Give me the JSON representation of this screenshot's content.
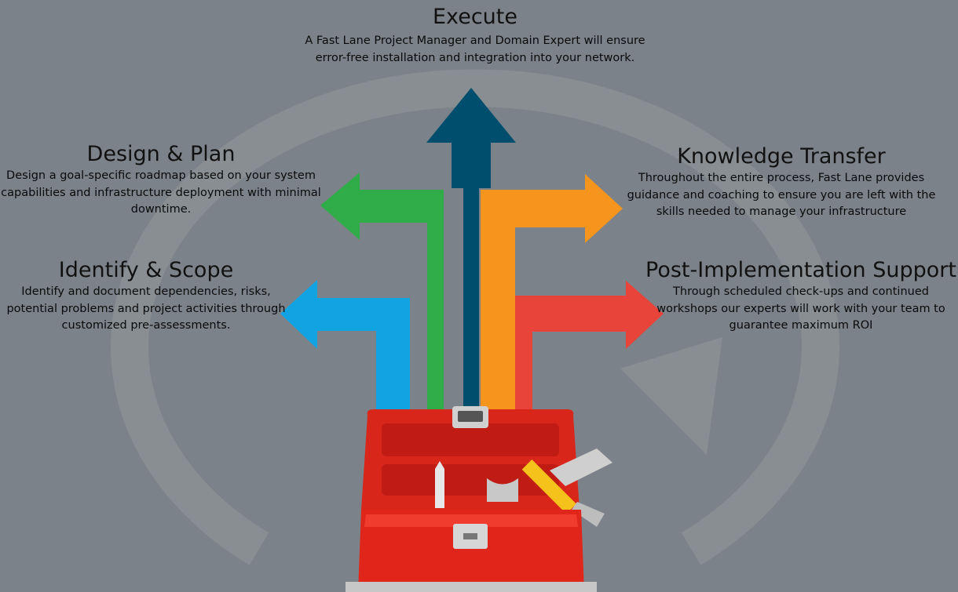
{
  "steps": {
    "execute": {
      "title": "Execute",
      "description": "A Fast Lane Project Manager and Domain Expert will ensure error-free installation and integration into your network.",
      "color": "#004e6e"
    },
    "design": {
      "title": "Design & Plan",
      "description": "Design a goal-specific roadmap based on your system capabilities and infrastructure deployment with minimal downtime.",
      "color": "#30ad48"
    },
    "identify": {
      "title": "Identify & Scope",
      "description": "Identify and document dependencies, risks, potential problems and project activities through customized pre-assessments.",
      "color": "#12a3e2"
    },
    "knowledge": {
      "title": "Knowledge Transfer",
      "description": "Throughout the entire process, Fast Lane provides guidance and coaching to ensure you are left with the skills needed to manage your infrastructure",
      "color": "#f5951d"
    },
    "post": {
      "title": "Post-Implementation Support",
      "description": "Through scheduled check-ups and continued workshops our experts will work with your team to guarantee maximum ROI",
      "color": "#e8443a"
    }
  },
  "icons": [
    "circular-arrow-icon",
    "toolbox-icon",
    "screwdriver-icon",
    "wrench-icon",
    "hammer-icon"
  ]
}
